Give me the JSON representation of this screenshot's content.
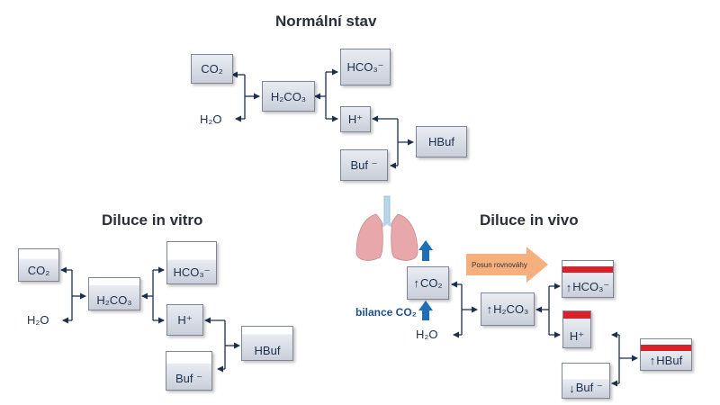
{
  "normal": {
    "title": "Normální stav",
    "co2": "CO₂",
    "h2o": "H₂O",
    "h2co3": "H₂CO₃",
    "hco3": "HCO₃⁻",
    "h": "H⁺",
    "buf": "Buf ⁻",
    "hbuf": "HBuf"
  },
  "vitro": {
    "title": "Diluce in vitro",
    "co2": "CO₂",
    "h2o": "H₂O",
    "h2co3": "H₂CO₃",
    "hco3": "HCO₃⁻",
    "h": "H⁺",
    "buf": "Buf ⁻",
    "hbuf": "HBuf"
  },
  "vivo": {
    "title": "Diluce in vivo",
    "co2": "CO₂",
    "h2o": "H₂O",
    "h2co3": "H₂CO₃",
    "hco3": "HCO₃⁻",
    "h": "H⁺",
    "buf": "Buf ⁻",
    "hbuf": "HBuf",
    "bilance": "bilance CO₂",
    "posun": "Posun rovnováhy",
    "up_icon": "↑",
    "down_icon": "↓"
  },
  "colors": {
    "box_border": "#7d8795",
    "box_fill": "#c9ced9",
    "accent_red": "#d8222b",
    "blue_arrow": "#1f6fb8",
    "orange_arrow": "#f6b07d",
    "lung": "#e8a7ab",
    "trachea": "#b7d6e8"
  }
}
